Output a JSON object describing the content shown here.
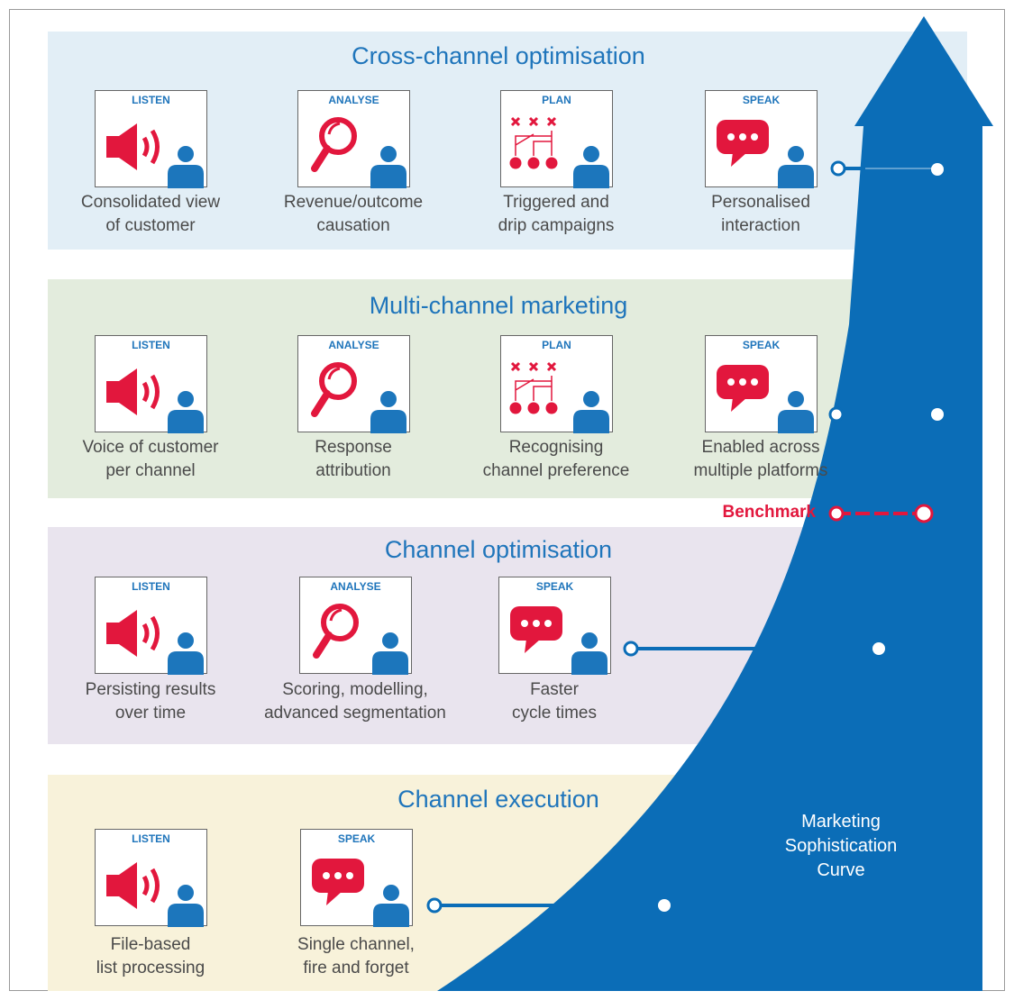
{
  "levels": [
    {
      "title": "Cross-channel optimisation",
      "cards": [
        {
          "tag": "LISTEN",
          "icon": "speaker-icon",
          "caption": [
            "Consolidated view",
            "of customer"
          ]
        },
        {
          "tag": "ANALYSE",
          "icon": "magnifier-icon",
          "caption": [
            "Revenue/outcome",
            "causation"
          ]
        },
        {
          "tag": "PLAN",
          "icon": "plan-diagram-icon",
          "caption": [
            "Triggered and",
            "drip campaigns"
          ]
        },
        {
          "tag": "SPEAK",
          "icon": "speech-bubble-icon",
          "caption": [
            "Personalised",
            "interaction"
          ]
        }
      ]
    },
    {
      "title": "Multi-channel marketing",
      "cards": [
        {
          "tag": "LISTEN",
          "icon": "speaker-icon",
          "caption": [
            "Voice of customer",
            "per channel"
          ]
        },
        {
          "tag": "ANALYSE",
          "icon": "magnifier-icon",
          "caption": [
            "Response",
            "attribution"
          ]
        },
        {
          "tag": "PLAN",
          "icon": "plan-diagram-icon",
          "caption": [
            "Recognising",
            "channel preference"
          ]
        },
        {
          "tag": "SPEAK",
          "icon": "speech-bubble-icon",
          "caption": [
            "Enabled across",
            "multiple platforms"
          ]
        }
      ]
    },
    {
      "title": "Channel  optimisation",
      "cards": [
        {
          "tag": "LISTEN",
          "icon": "speaker-icon",
          "caption": [
            "Persisting results",
            "over time"
          ]
        },
        {
          "tag": "ANALYSE",
          "icon": "magnifier-icon",
          "caption": [
            "Scoring, modelling,",
            "advanced segmentation"
          ]
        },
        {
          "tag": "SPEAK",
          "icon": "speech-bubble-icon",
          "caption": [
            "Faster",
            "cycle times"
          ]
        }
      ]
    },
    {
      "title": "Channel execution",
      "cards": [
        {
          "tag": "LISTEN",
          "icon": "speaker-icon",
          "caption": [
            "File-based",
            "list processing"
          ]
        },
        {
          "tag": "SPEAK",
          "icon": "speech-bubble-icon",
          "caption": [
            "Single channel,",
            "fire and forget"
          ]
        }
      ]
    }
  ],
  "benchmark_label": "Benchmark",
  "curve_label": [
    "Marketing",
    "Sophistication",
    "Curve"
  ],
  "colors": {
    "curve_blue": "#0b6db7",
    "title_blue": "#1f75bb",
    "icon_red": "#e2173d",
    "person_blue": "#1c76bc",
    "band_cross_channel": "#e2eef6",
    "band_multi_channel": "#e3ecdd",
    "band_channel_optimisation": "#e9e4ee",
    "band_channel_execution": "#f8f2da"
  }
}
